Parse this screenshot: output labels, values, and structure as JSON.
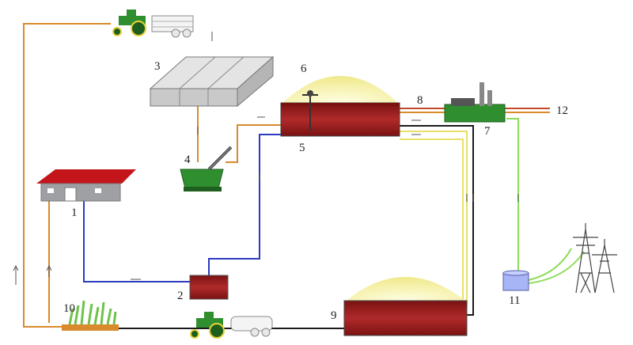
{
  "colors": {
    "manure_line": "#d98a2b",
    "slurry_line": "#2b3bbf",
    "digestate_line": "#1a1a1a",
    "gas_line": "#e8e06a",
    "heat_line": "#c24a2b",
    "power_line": "#8fdc5a",
    "tank_body": "#9e1c1c",
    "tank_dome": "#f2ee9a",
    "machine_green": "#2f8f2f",
    "house_roof": "#c4151b",
    "house_wall": "#9ea0a4"
  },
  "labels": {
    "n1": "1",
    "n2": "2",
    "n3": "3",
    "n4": "4",
    "n5": "5",
    "n6": "6",
    "n7": "7",
    "n8": "8",
    "n9": "9",
    "n10": "10",
    "n11": "11",
    "n12": "12"
  },
  "icons": {
    "tractor_top": "tractor-with-trailer-icon",
    "silo": "silage-bunker-icon",
    "feeder": "solid-feeder-icon",
    "barn": "farm-building-icon",
    "pit": "pre-pit-icon",
    "digester": "digester-icon",
    "chp": "chp-unit-icon",
    "storage": "digestate-storage-icon",
    "field": "crop-field-icon",
    "tractor_bottom": "tractor-with-tanker-icon",
    "transformer": "transformer-icon",
    "grid": "power-pylon-icon"
  }
}
